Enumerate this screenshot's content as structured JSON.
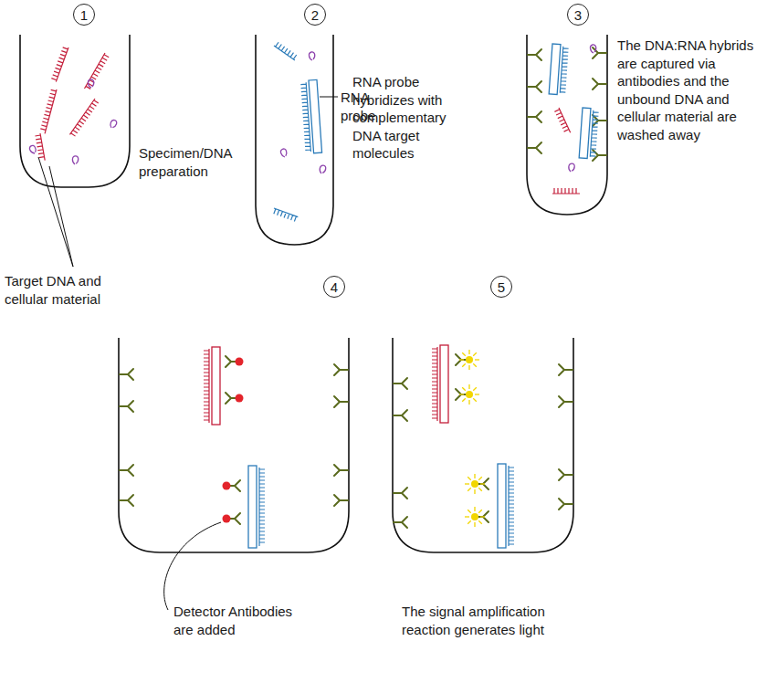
{
  "diagram": {
    "nodes": [
      {
        "text": [
          "1"
        ]
      },
      {
        "text": [
          "2"
        ]
      },
      {
        "text": [
          "3"
        ]
      },
      {
        "text": [
          "4"
        ]
      },
      {
        "text": [
          "5"
        ]
      }
    ],
    "labels": [
      "Target DNA and cellular material",
      "Specimen/DNA preparation",
      "RNA probe",
      "RNA probe hybridizes with complementary DNA target molecules",
      "The DNA:RNA hybrids are captured via antibodies and the unbound DNA and cellular material are washed away",
      "Detector Antibodies are added",
      "The signal amplification reaction generates light"
    ]
  }
}
